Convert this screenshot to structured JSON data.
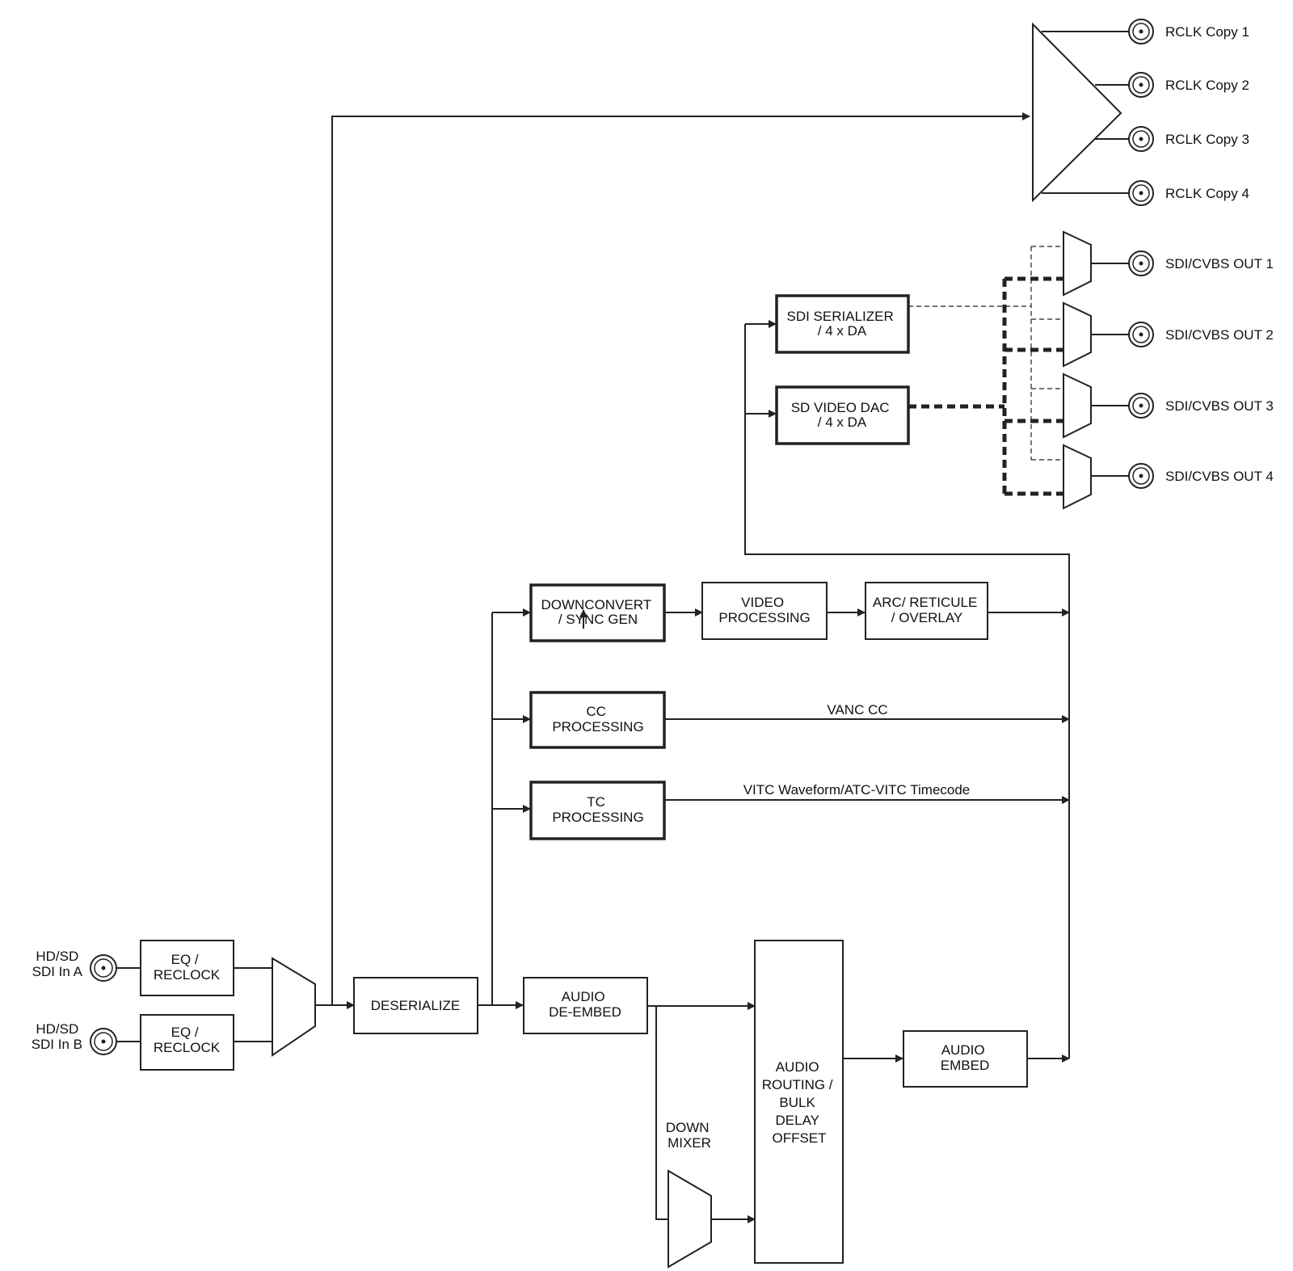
{
  "inputs": {
    "a": [
      "HD/SD",
      "SDI In A"
    ],
    "b": [
      "HD/SD",
      "SDI In B"
    ]
  },
  "blocks": {
    "eq_a": [
      "EQ /",
      "RECLOCK"
    ],
    "eq_b": [
      "EQ /",
      "RECLOCK"
    ],
    "deserialize": [
      "DESERIALIZE"
    ],
    "downconvert": [
      "DOWNCONVERT",
      "/ SYNC GEN"
    ],
    "video_processing": [
      "VIDEO",
      "PROCESSING"
    ],
    "arc": [
      "ARC/ RETICULE",
      "/ OVERLAY"
    ],
    "cc_processing": [
      "CC",
      "PROCESSING"
    ],
    "tc_processing": [
      "TC",
      "PROCESSING"
    ],
    "audio_deembed": [
      "AUDIO",
      "DE-EMBED"
    ],
    "audio_routing": [
      "AUDIO",
      "ROUTING /",
      "BULK",
      "DELAY",
      "OFFSET"
    ],
    "audio_embed": [
      "AUDIO",
      "EMBED"
    ],
    "down_mixer": [
      "DOWN",
      "MIXER"
    ],
    "sdi_serializer": [
      "SDI SERIALIZER",
      "/ 4 x DA"
    ],
    "sd_video_dac": [
      "SD VIDEO DAC",
      "/ 4 x DA"
    ]
  },
  "signals": {
    "vanc_cc": "VANC CC",
    "vitc": "VITC Waveform/ATC-VITC Timecode"
  },
  "outputs": {
    "rclk": [
      "RCLK Copy 1",
      "RCLK Copy 2",
      "RCLK Copy 3",
      "RCLK Copy 4"
    ],
    "sdi": [
      "SDI/CVBS OUT 1",
      "SDI/CVBS OUT 2",
      "SDI/CVBS OUT 3",
      "SDI/CVBS OUT 4"
    ]
  }
}
